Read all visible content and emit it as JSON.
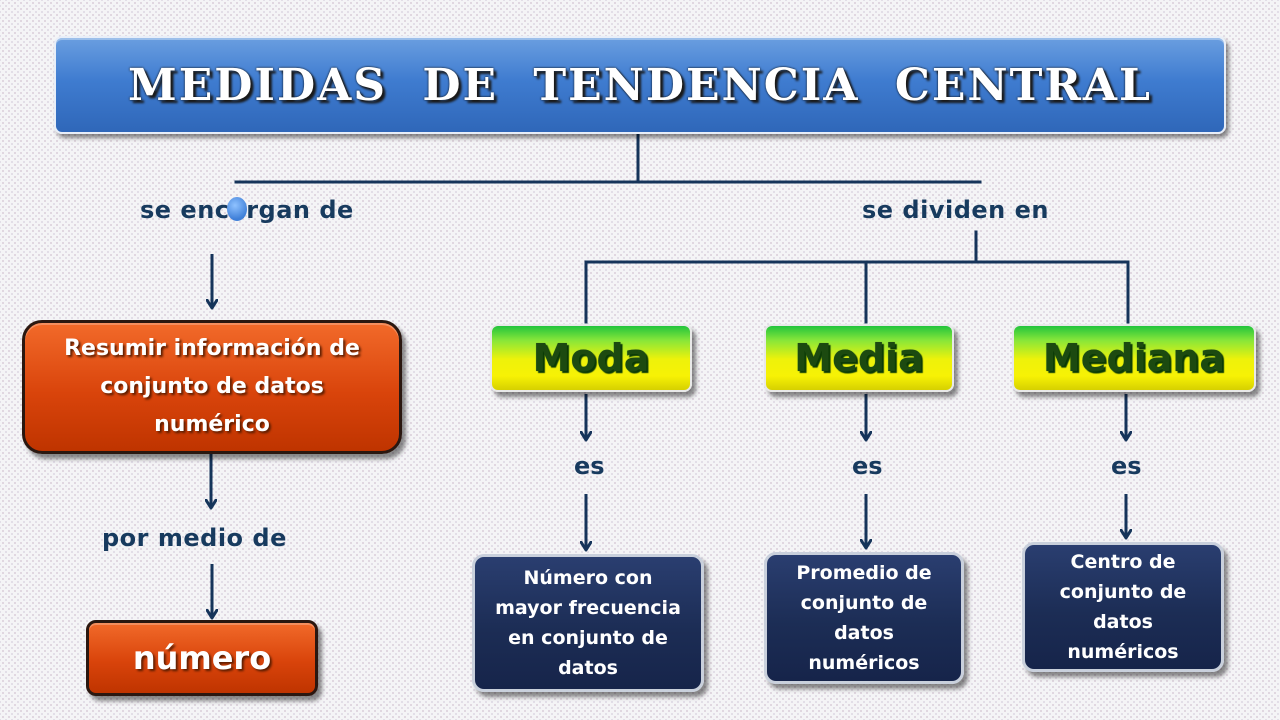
{
  "title": "MEDIDAS  DE  TENDENCIA  CENTRAL",
  "left_branch": {
    "connector_top": "se encargan de",
    "main_box": "Resumir información de conjunto de datos numérico",
    "connector_bottom": "por medio de",
    "result_box": "número"
  },
  "right_branch": {
    "connector": "se dividen en",
    "measures": [
      {
        "name": "Moda",
        "link": "es",
        "definition": "Número con mayor frecuencia en conjunto de datos"
      },
      {
        "name": "Media",
        "link": "es",
        "definition": "Promedio de conjunto de datos numéricos"
      },
      {
        "name": "Mediana",
        "link": "es",
        "definition": "Centro de conjunto de datos numéricos"
      }
    ]
  },
  "colors": {
    "connector_line": "#15345a",
    "title_fill": "#3f7cd0",
    "orange_fill": "#d9440b",
    "green_yellow_fill": "#eef20a",
    "navy_fill": "#1c2d55"
  }
}
